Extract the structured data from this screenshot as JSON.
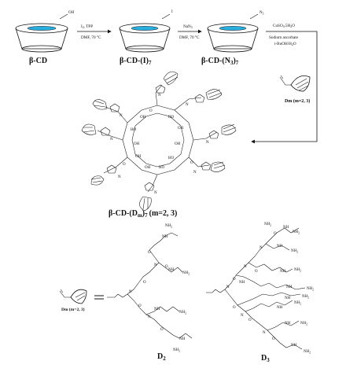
{
  "scheme": {
    "compounds": {
      "beta_cd": "β-CD",
      "beta_cd_iodo": "β-CD-(I)",
      "beta_cd_iodo_sub": "7",
      "beta_cd_azide": "β-CD-(N",
      "beta_cd_azide_sub3": "3",
      "beta_cd_azide_close": ")",
      "beta_cd_azide_sub7": "7",
      "product": "β-CD-(D",
      "product_sub_m": "m",
      "product_close": ")",
      "product_sub7": "7",
      "product_m": "(m=2,  3)"
    },
    "substituents": {
      "oh": "OH",
      "iodo": "I",
      "azide": "N",
      "azide_sub": "3"
    },
    "conditions": {
      "step1_top": "I",
      "step1_top_sub": "2",
      "step1_top_rest": ", TPP",
      "step1_bottom": "DMF, 70 °C",
      "step2_top": "NaN",
      "step2_top_sub": "3",
      "step2_bottom": "DMF, 70 °C",
      "step3_line1": "CuSO",
      "step3_line1_sub": "4",
      "step3_line1_rest": ".5H",
      "step3_line1_sub2": "2",
      "step3_line1_end": "O",
      "step3_line2": "Sodium ascorbate",
      "step3_line3": "t-BuOH/H",
      "step3_line3_sub": "2",
      "step3_line3_end": "O"
    },
    "dendron_label": "Dm (m=2, 3)",
    "dendron_label_lower": "Dm (m=2, 3)",
    "dendron_d2": "D",
    "dendron_d2_sub": "2",
    "dendron_d3": "D",
    "dendron_d3_sub": "3",
    "atoms": {
      "oh": "OH",
      "ho": "HO",
      "o": "O",
      "n": "N",
      "nh": "NH",
      "nh2": "NH",
      "nh2_sub": "2"
    }
  }
}
